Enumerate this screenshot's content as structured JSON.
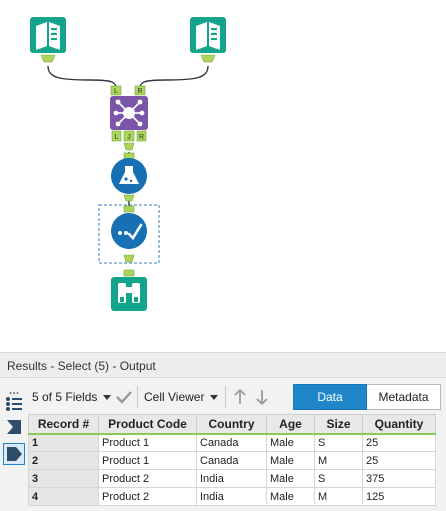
{
  "results": {
    "title": "Results - Select (5) - Output"
  },
  "toolbar": {
    "fields_label": "5 of 5 Fields",
    "viewer_label": "Cell Viewer",
    "data_tab": "Data",
    "metadata_tab": "Metadata"
  },
  "workflow": {
    "join_anchor_left": "L",
    "join_anchor_right": "R",
    "join_out_left": "L",
    "join_out_join": "J",
    "join_out_right": "R"
  },
  "table": {
    "headers": [
      "Record #",
      "Product Code",
      "Country",
      "Age",
      "Size",
      "Quantity"
    ],
    "rows": [
      [
        "1",
        "Product 1",
        "Canada",
        "Male",
        "S",
        "25"
      ],
      [
        "2",
        "Product 1",
        "Canada",
        "Male",
        "M",
        "25"
      ],
      [
        "3",
        "Product 2",
        "India",
        "Male",
        "S",
        "375"
      ],
      [
        "4",
        "Product 2",
        "India",
        "Male",
        "M",
        "125"
      ]
    ]
  },
  "colors": {
    "input_tool": "#13a58b",
    "join_tool": "#7b55a8",
    "formula_tool": "#1670b3",
    "select_tool": "#1670b3",
    "browse_tool": "#13a58b",
    "anchor": "#a9d65a",
    "accent": "#1f86c8"
  }
}
